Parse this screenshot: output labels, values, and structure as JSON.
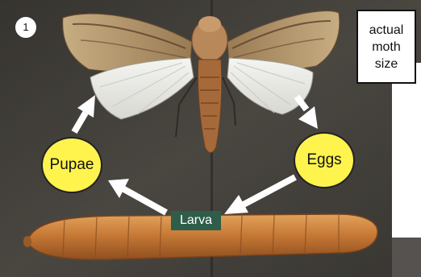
{
  "stage_number": "1",
  "size_note": {
    "line1": "actual",
    "line2": "moth",
    "line3": "size"
  },
  "stages": {
    "pupae": "Pupae",
    "eggs": "Eggs",
    "larva": "Larva"
  },
  "colors": {
    "stage_circle": "#fff34d",
    "larva_label": "#2e5d4a",
    "arrow": "#ffffff",
    "photo_background": "#4d4840"
  }
}
